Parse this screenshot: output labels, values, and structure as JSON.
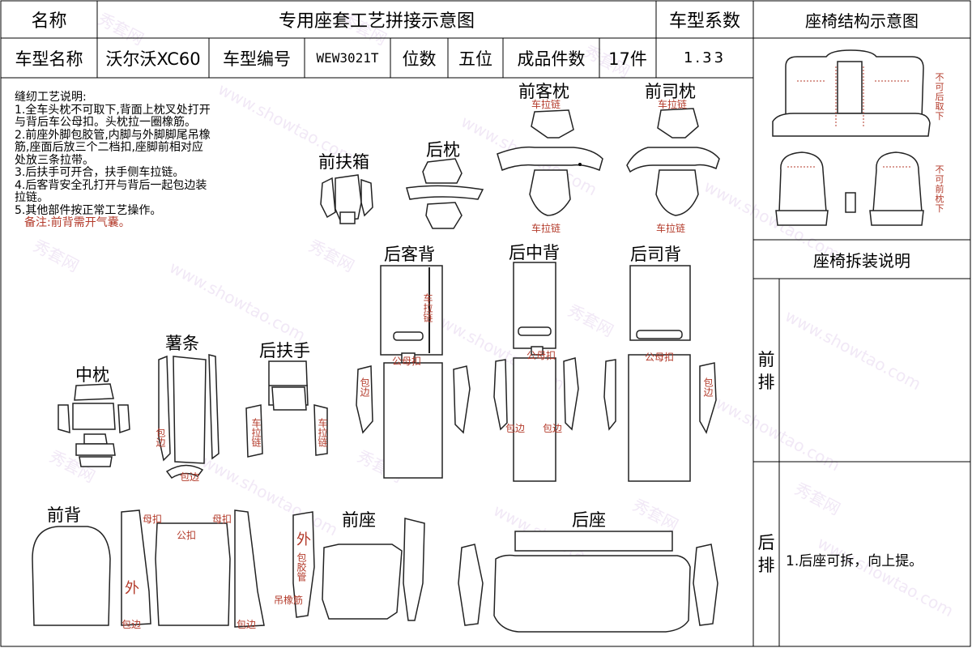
{
  "header": {
    "name_label": "名称",
    "title": "专用座套工艺拼接示意图",
    "coef_label": "车型系数",
    "struct_title": "座椅结构示意图"
  },
  "info": {
    "car_name_label": "车型名称",
    "car_name": "沃尔沃XC60",
    "car_code_label": "车型编号",
    "car_code": "WEW3021T",
    "seats_label": "位数",
    "seats": "五位",
    "pieces_label": "成品件数",
    "pieces": "17件",
    "coef": "1.33"
  },
  "notes": {
    "heading": "缝纫工艺说明:",
    "lines": [
      "1.全车头枕不可取下,背面上枕叉处打开",
      "与背后车公母扣。头枕拉一圈橡筋。",
      "2.前座外脚包胶管,内脚与外脚脚尾吊橡",
      "筋,座面后放三个二档扣,座脚前相对应",
      "处放三条拉带。",
      "3.后扶手可开合，扶手侧车拉链。",
      "4.后客背安全孔打开与背后一起包边装",
      "拉链。",
      "5.其他部件按正常工艺操作。"
    ],
    "remark": "备注:前背需开气囊。"
  },
  "parts": {
    "front_armbox": "前扶箱",
    "rear_pillow": "后枕",
    "front_passenger_pillow": "前客枕",
    "front_driver_pillow": "前司枕",
    "rear_passenger_back": "后客背",
    "rear_middle_back": "后中背",
    "rear_driver_back": "后司背",
    "middle_pillow": "中枕",
    "strip": "薯条",
    "rear_armrest": "后扶手",
    "front_back": "前背",
    "front_seat": "前座",
    "rear_seat": "后座"
  },
  "marks": {
    "zipper": "车拉链",
    "zipper_v": "车拉链",
    "snap_female_male": "公母扣",
    "edging": "包边",
    "female_snap": "母扣",
    "male_snap": "公扣",
    "outer": "外",
    "rubber_tube": "包胶管",
    "elastic": "吊橡筋"
  },
  "structure": {
    "rear_note": "不可后取下",
    "front_note": "不可前枕下",
    "disassembly_title": "座椅拆装说明",
    "front_row": "前排",
    "rear_row": "后排",
    "rear_instruction": "1.后座可拆，向上提。"
  },
  "watermark": {
    "site_cn": "秀套网",
    "site_en": "www.showtao.com"
  }
}
